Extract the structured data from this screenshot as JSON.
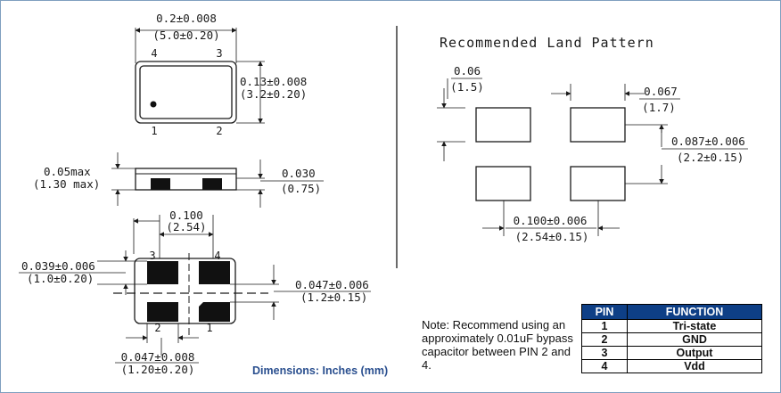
{
  "top_view": {
    "width_in": "0.2±0.008",
    "width_mm": "(5.0±0.20)",
    "height_in": "0.13±0.008",
    "height_mm": "(3.2±0.20)",
    "pin_labels": [
      "4",
      "3",
      "1",
      "2"
    ]
  },
  "side_view": {
    "max_height_in": "0.05max",
    "max_height_mm": "(1.30 max)",
    "pad_height_in": "0.030",
    "pad_height_mm": "(0.75)"
  },
  "bottom_view": {
    "pitch_in": "0.100",
    "pitch_mm": "(2.54)",
    "pad_height_in": "0.039±0.006",
    "pad_height_mm": "(1.0±0.20)",
    "pad_spacing_in": "0.047±0.006",
    "pad_spacing_mm": "(1.2±0.15)",
    "pad_width_in": "0.047±0.008",
    "pad_width_mm": "(1.20±0.20)",
    "pin_labels": [
      "3",
      "4",
      "2",
      "1"
    ]
  },
  "land_pattern": {
    "title": "Recommended Land Pattern",
    "pad_height_in": "0.06",
    "pad_height_mm": "(1.5)",
    "pad_width_in": "0.067",
    "pad_width_mm": "(1.7)",
    "vertical_spacing_in": "0.087±0.006",
    "vertical_spacing_mm": "(2.2±0.15)",
    "horizontal_pitch_in": "0.100±0.006",
    "horizontal_pitch_mm": "(2.54±0.15)"
  },
  "note": "Note: Recommend using an approximately 0.01uF bypass capacitor between PIN 2 and 4.",
  "units_caption": "Dimensions: Inches (mm)",
  "pin_table": {
    "headers": [
      "PIN",
      "FUNCTION"
    ],
    "rows": [
      {
        "pin": "1",
        "function": "Tri-state"
      },
      {
        "pin": "2",
        "function": "GND"
      },
      {
        "pin": "3",
        "function": "Output"
      },
      {
        "pin": "4",
        "function": "Vdd"
      }
    ]
  }
}
